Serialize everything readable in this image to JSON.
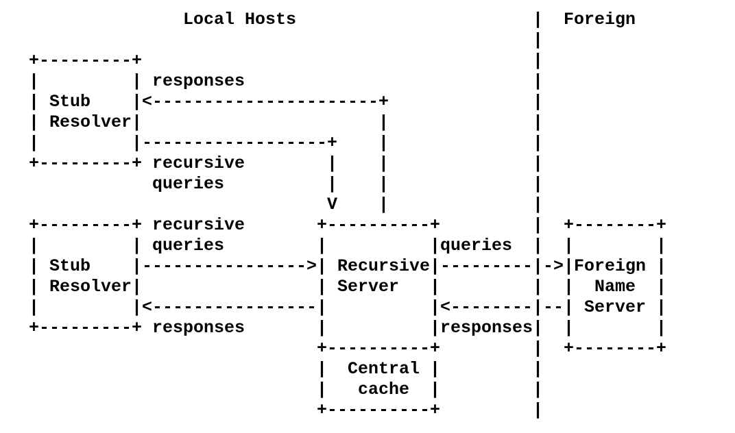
{
  "page": {
    "background": "#ffffff",
    "text_color": "#000000",
    "kind": "ascii-art diagram of DNS name resolution"
  },
  "titles": {
    "local_hosts": "Local Hosts",
    "foreign": "Foreign"
  },
  "diagram": {
    "boundary": "|\n|\n|\n|\n|\n|\n|\n|\n|\n|\n|\n|\n|\n|\n|\n|\n|\n|\n|\n|",
    "stub_resolver_box": "+---------+\n|         |\n| Stub    |\n| Resolver|\n|         |\n+---------+",
    "recursive_server_box": "+----------+\n|          |\n| Recursive|\n| Server   |\n|          |\n|          |\n+----------+",
    "central_cache_box": "|  Central |\n|   cache  |\n+----------+",
    "foreign_name_server_box": "+--------+\n|        |\n|Foreign |\n|  Name  |\n| Server |\n|        |\n+--------+",
    "labels": {
      "responses": "responses",
      "recursive_queries": "recursive\nqueries",
      "queries": "queries"
    },
    "arrows": {
      "responses_to_stub1": "<----------------------+\n                       |\n                       |\n                       |\n                       |\n                       |",
      "recursive_queries_from_stub1": "------------------+\n                  |\n                  |\n                  V",
      "recursive_queries_from_stub2": "---------------->",
      "responses_to_stub2": "<----------------",
      "queries_to_foreign": "--------- ->",
      "responses_from_foreign": "<-------- --"
    }
  },
  "structure": {
    "regions": [
      "Local Hosts",
      "Foreign"
    ],
    "nodes": [
      "Stub Resolver",
      "Stub Resolver",
      "Recursive Server",
      "Central cache",
      "Foreign Name Server"
    ],
    "flows": [
      {
        "label": "recursive queries",
        "from": "Stub Resolver (top)",
        "to": "Recursive Server"
      },
      {
        "label": "responses",
        "from": "Recursive Server",
        "to": "Stub Resolver (top)"
      },
      {
        "label": "recursive queries",
        "from": "Stub Resolver (bottom)",
        "to": "Recursive Server"
      },
      {
        "label": "responses",
        "from": "Recursive Server",
        "to": "Stub Resolver (bottom)"
      },
      {
        "label": "queries",
        "from": "Recursive Server",
        "to": "Foreign Name Server"
      },
      {
        "label": "responses",
        "from": "Foreign Name Server",
        "to": "Recursive Server"
      }
    ]
  }
}
